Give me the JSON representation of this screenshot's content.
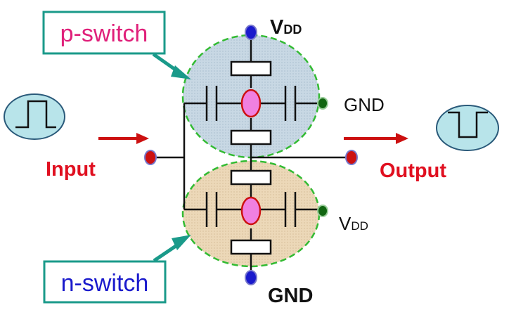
{
  "labels": {
    "p_switch": "p-switch",
    "n_switch": "n-switch",
    "vdd_top_main": "V",
    "vdd_top_sub": "DD",
    "gnd_top_right": "GND",
    "vdd_bottom_main": "V",
    "vdd_bottom_sub": "DD",
    "gnd_bottom": "GND",
    "input": "Input",
    "output": "Output"
  },
  "colors": {
    "p_box_border": "#1a9a8a",
    "p_text": "#e0207a",
    "n_box_border": "#1a9a8a",
    "n_text": "#1a1acc",
    "arrow_teal": "#1a9a8a",
    "signal_arrow": "#cc1010",
    "label_red": "#e01020",
    "p_region_fill": "#c8d8e4",
    "n_region_fill": "#ecd8b8",
    "region_border": "#33bb33",
    "pulse_fill": "#b8e4ea",
    "terminal_blue": "#1a1acc",
    "terminal_red": "#cc1111",
    "terminal_green": "#116611",
    "gate_pink": "#f080e0"
  },
  "icons": {
    "input_pulse": "positive-pulse-icon",
    "output_pulse": "negative-pulse-icon"
  }
}
